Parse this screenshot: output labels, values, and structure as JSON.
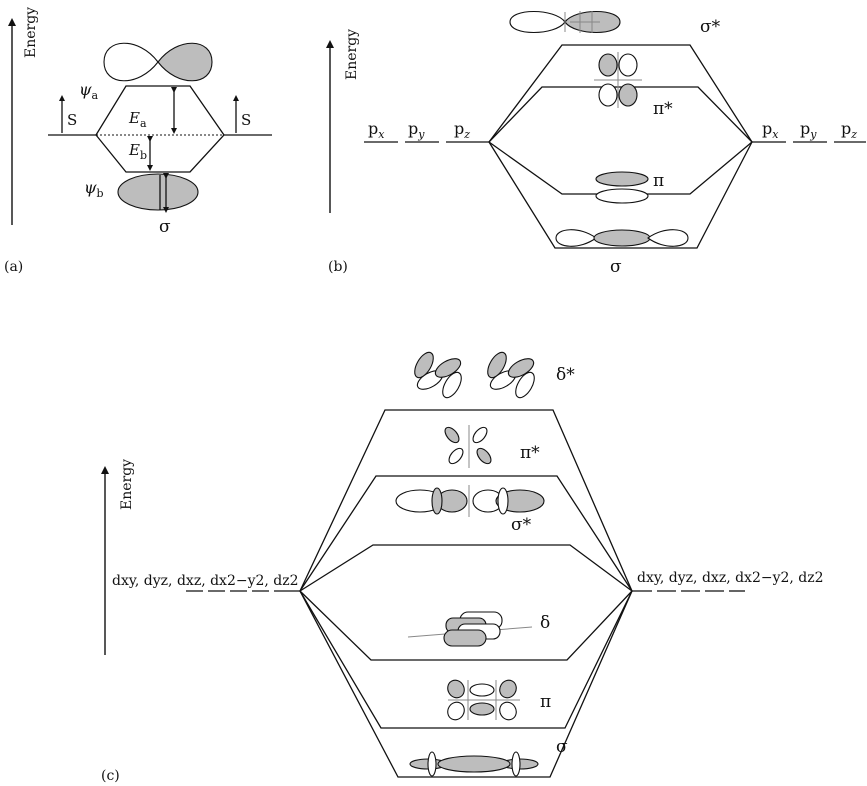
{
  "axis_label": "Energy",
  "panel_a": {
    "tag": "(a)",
    "psi_a": "ψ",
    "psi_a_sub": "a",
    "psi_b": "ψ",
    "psi_b_sub": "b",
    "E_a": "E",
    "E_a_sub": "a",
    "E_b": "E",
    "E_b_sub": "b",
    "S_left": "S",
    "S_right": "S",
    "sigma": "σ"
  },
  "panel_b": {
    "tag": "(b)",
    "left_orbitals": [
      "p",
      "p",
      "p"
    ],
    "left_subs": [
      "x",
      "y",
      "z"
    ],
    "right_orbitals": [
      "p",
      "p",
      "p"
    ],
    "right_subs": [
      "x",
      "y",
      "z"
    ],
    "levels": [
      "σ*",
      "π*",
      "π",
      "σ"
    ]
  },
  "panel_c": {
    "tag": "(c)",
    "left_orbitals": "dxy, dyz, dxz, dx2−y2, dz2",
    "right_orbitals": "dxy, dyz, dxz, dx2−y2, dz2",
    "levels": [
      "δ*",
      "π*",
      "σ*",
      "δ",
      "π",
      "σ"
    ]
  }
}
